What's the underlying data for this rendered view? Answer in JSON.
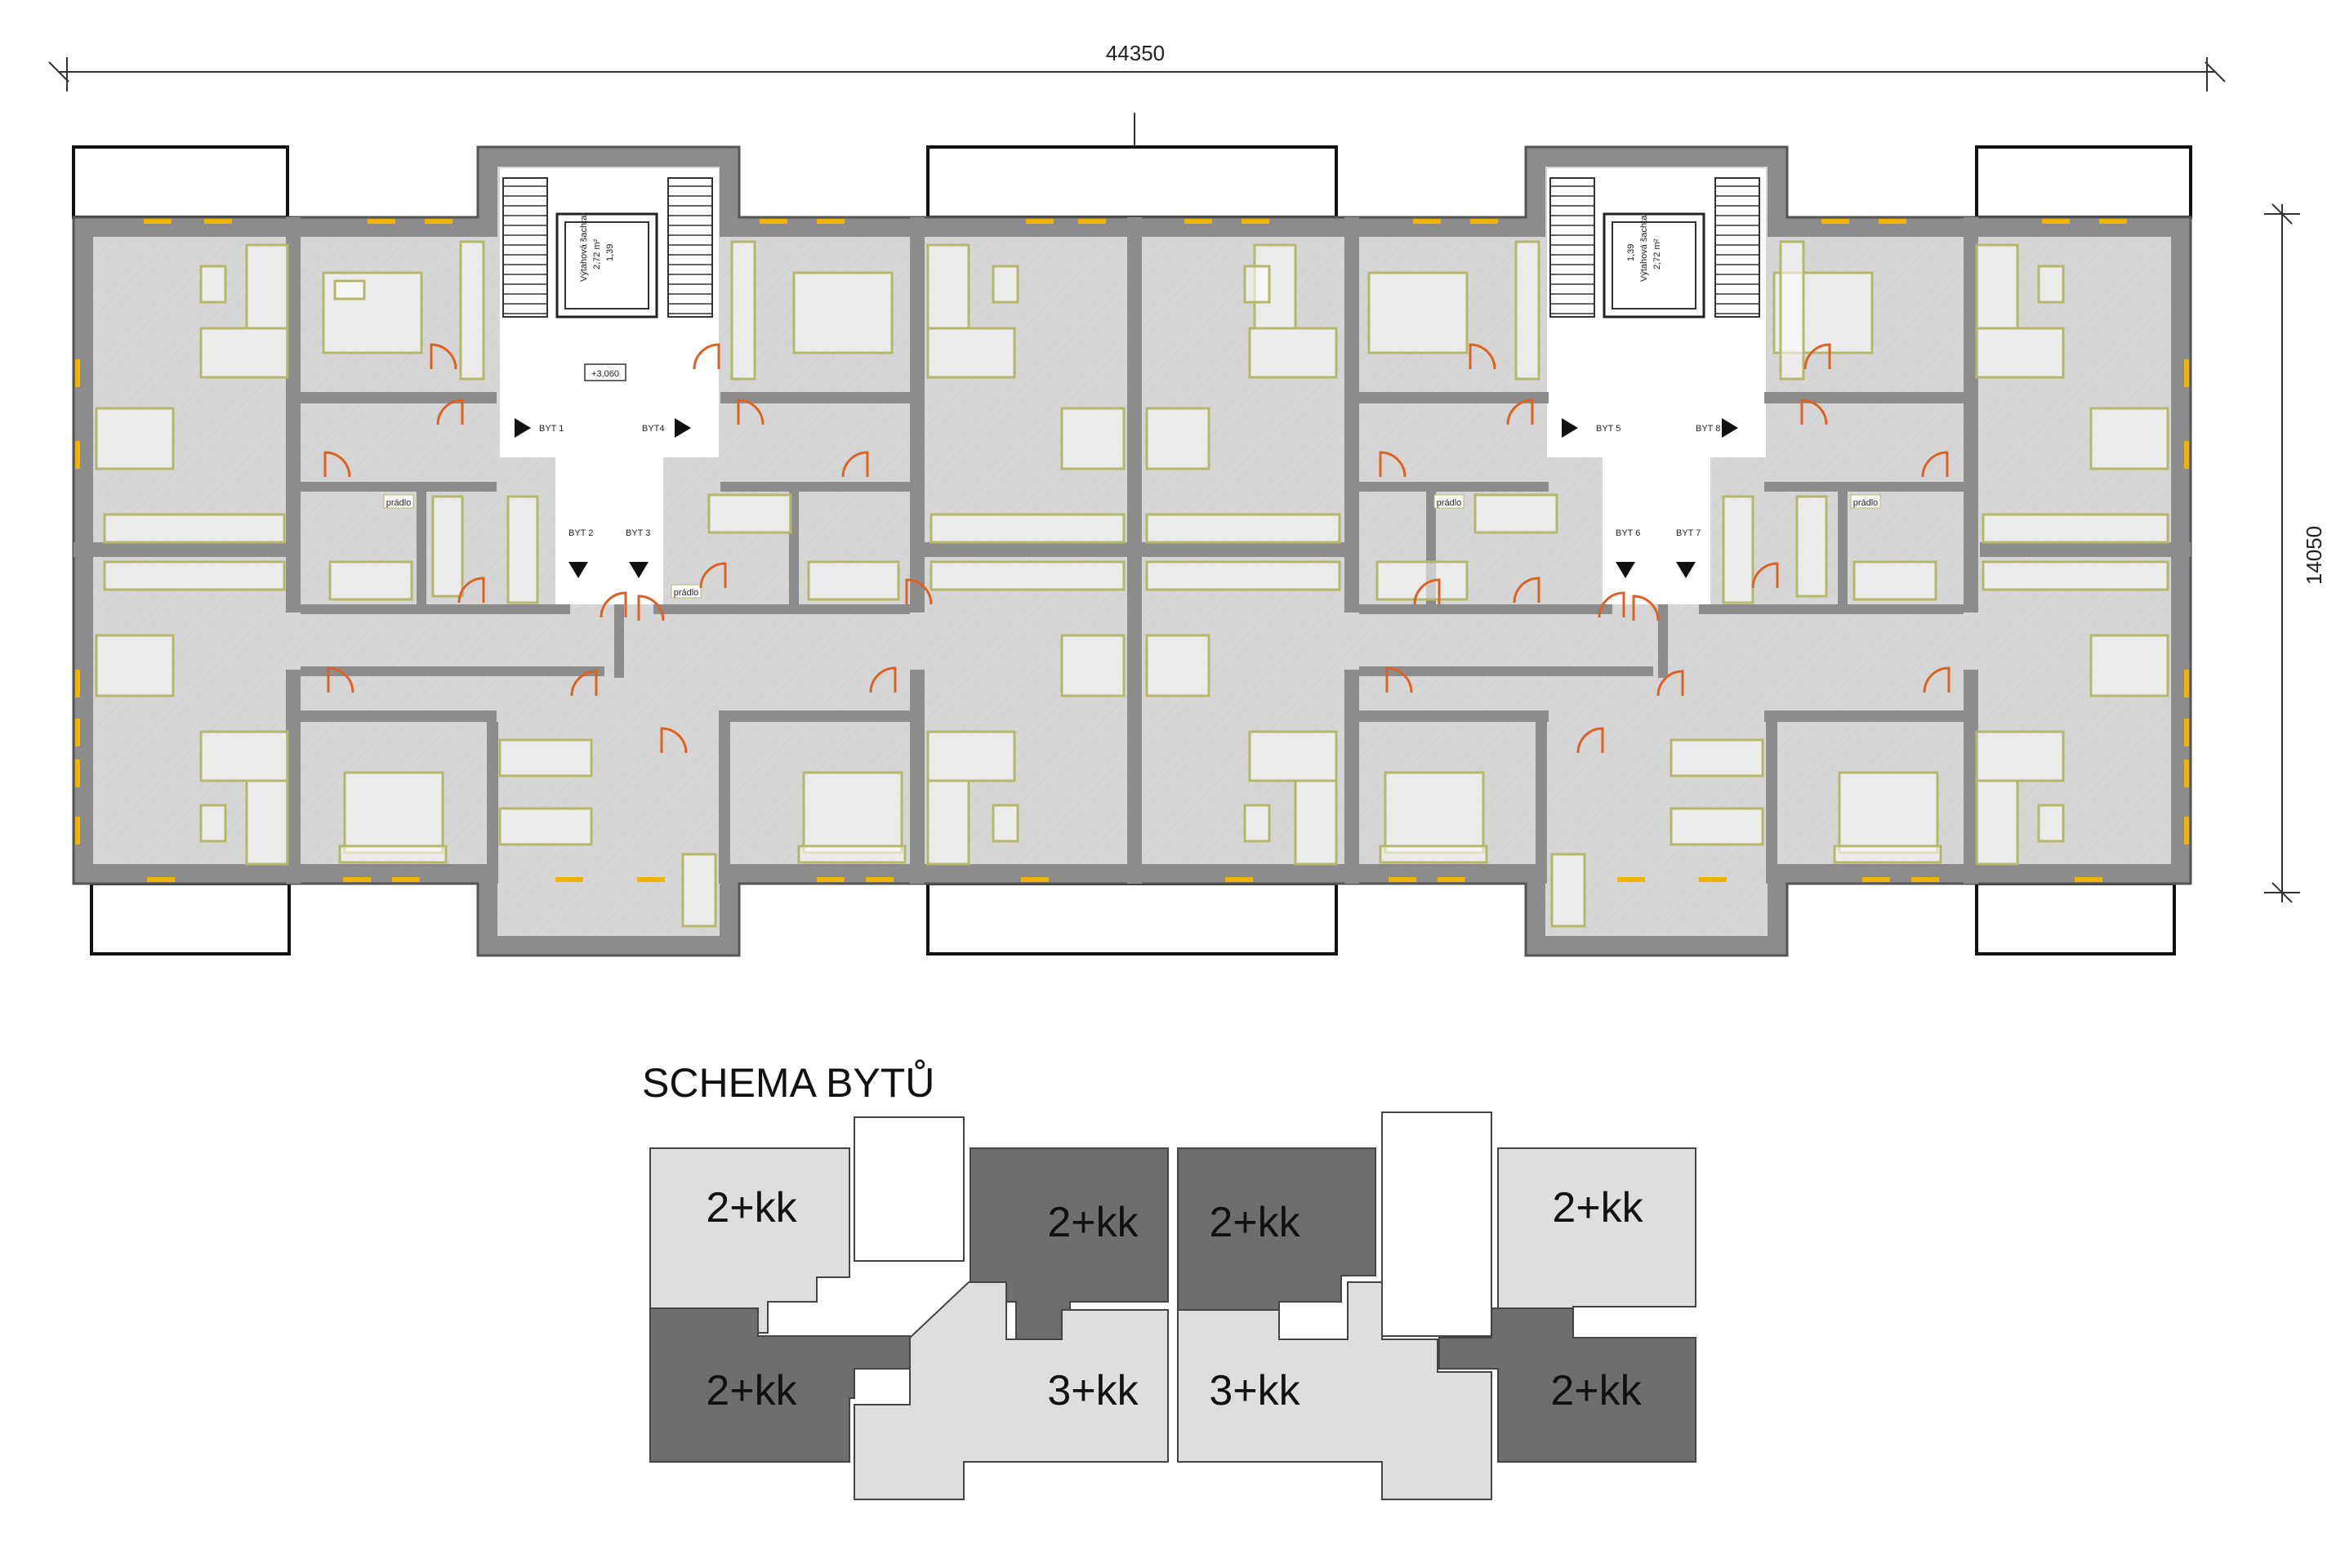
{
  "dimensions": {
    "width_label": "44350",
    "depth_label": "14050"
  },
  "stair_labels": {
    "left": [
      "Výtahová šachta",
      "2,72 m²",
      "1,39"
    ],
    "right": [
      "1,39",
      "Výtahová šachta",
      "2,72 m²"
    ]
  },
  "elevation_label": "+3,060",
  "apartment_markers": {
    "left": [
      "BYT 1",
      "BYT4",
      "BYT 2",
      "BYT 3"
    ],
    "right": [
      "BYT 5",
      "BYT 8",
      "BYT 6",
      "BYT 7"
    ]
  },
  "room_tags": [
    "prádlo",
    "prádlo",
    "prádlo",
    "prádlo"
  ],
  "schema": {
    "title": "SCHEMA BYTŮ",
    "units": [
      {
        "label": "2+kk",
        "shade": "light"
      },
      {
        "label": "2+kk",
        "shade": "dark"
      },
      {
        "label": "2+kk",
        "shade": "dark"
      },
      {
        "label": "2+kk",
        "shade": "light"
      },
      {
        "label": "2+kk",
        "shade": "dark"
      },
      {
        "label": "3+kk",
        "shade": "light"
      },
      {
        "label": "3+kk",
        "shade": "light"
      },
      {
        "label": "2+kk",
        "shade": "dark"
      }
    ]
  },
  "colors": {
    "wall": "#8c8c8c",
    "floor": "#d9d9d9",
    "furniture": "#b5b86a",
    "door_swing": "#e06020",
    "window": "#f0b400",
    "schema_light": "#dedede",
    "schema_dark": "#6e6e6e"
  }
}
